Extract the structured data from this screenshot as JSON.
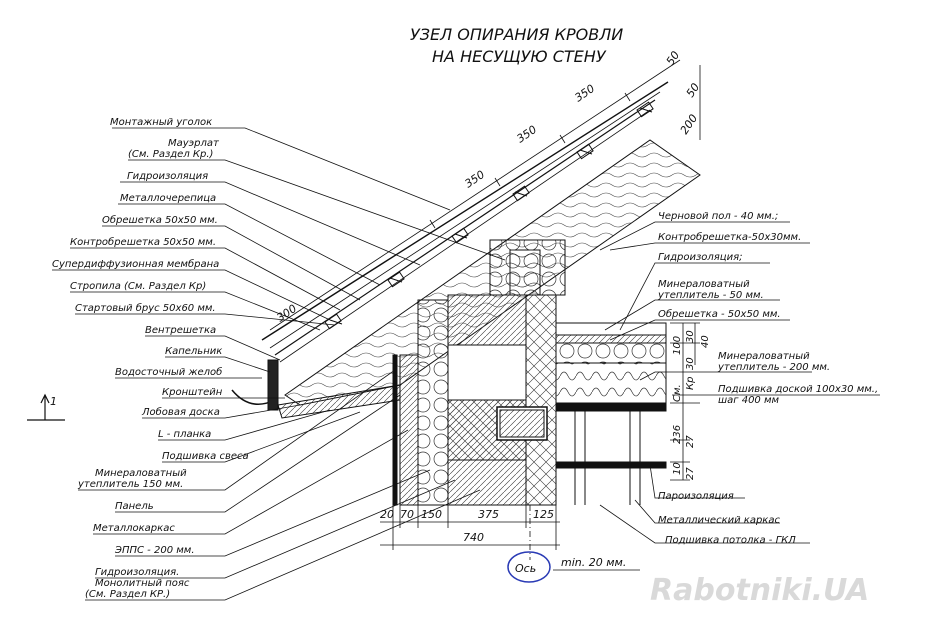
{
  "title": {
    "line1": "УЗЕЛ ОПИРАНИЯ КРОВЛИ",
    "line2": "НА НЕСУЩУЮ СТЕНУ"
  },
  "left_labels": [
    "Монтажный уголок",
    "Мауэрлат",
    "(См. Раздел Кр.)",
    "Гидроизоляция",
    "Металлочерепица",
    "Обрешетка 50х50 мм.",
    "Контробрешетка 50х50 мм.",
    "Супердиффузионная мембрана",
    "Стропила (См. Раздел Кр)",
    "Стартовый брус 50х60 мм.",
    "Вентрешетка",
    "Капельник",
    "Водосточный желоб",
    "Кронштейн",
    "Лобовая доска",
    "L - планка",
    "Подшивка свеса",
    "Минераловатный",
    "утеплитель 150 мм.",
    "Панель",
    "Металлокаркас",
    "ЭППС - 200 мм.",
    "Гидроизоляция.",
    "Монолитный пояс",
    "(См. Раздел КР.)"
  ],
  "right_labels": [
    "Черновой пол - 40 мм.;",
    "Контробрешетка-50х30мм.",
    "Гидроизоляция;",
    "Минераловатный",
    "утеплитель - 50 мм.",
    "Обрешетка - 50х50 мм.",
    "Минераловатный",
    "утеплитель - 200 мм.",
    "Подшивка доской 100х30 мм.,",
    "шаг 400 мм",
    "Пароизоляция",
    "Металлический каркас",
    "Подшивка потолка - ГКЛ"
  ],
  "dimensions": {
    "roof": [
      "350",
      "350",
      "350",
      "300"
    ],
    "top_right": [
      "50",
      "50",
      "200"
    ],
    "bottom_row": [
      "20",
      "70",
      "150",
      "375",
      "125"
    ],
    "total": "740",
    "vertical_right": [
      "40",
      "30",
      "100",
      "30",
      "Кр",
      "См.",
      "236",
      "27",
      "10",
      "27"
    ]
  },
  "axis": {
    "label": "Ось",
    "note": "min. 20 мм."
  },
  "section_mark": "1",
  "watermark": "Rabotniki.UA",
  "colors": {
    "ink": "#111111",
    "watermark": "#d9d9d9",
    "axis": "#2a3bb5"
  }
}
